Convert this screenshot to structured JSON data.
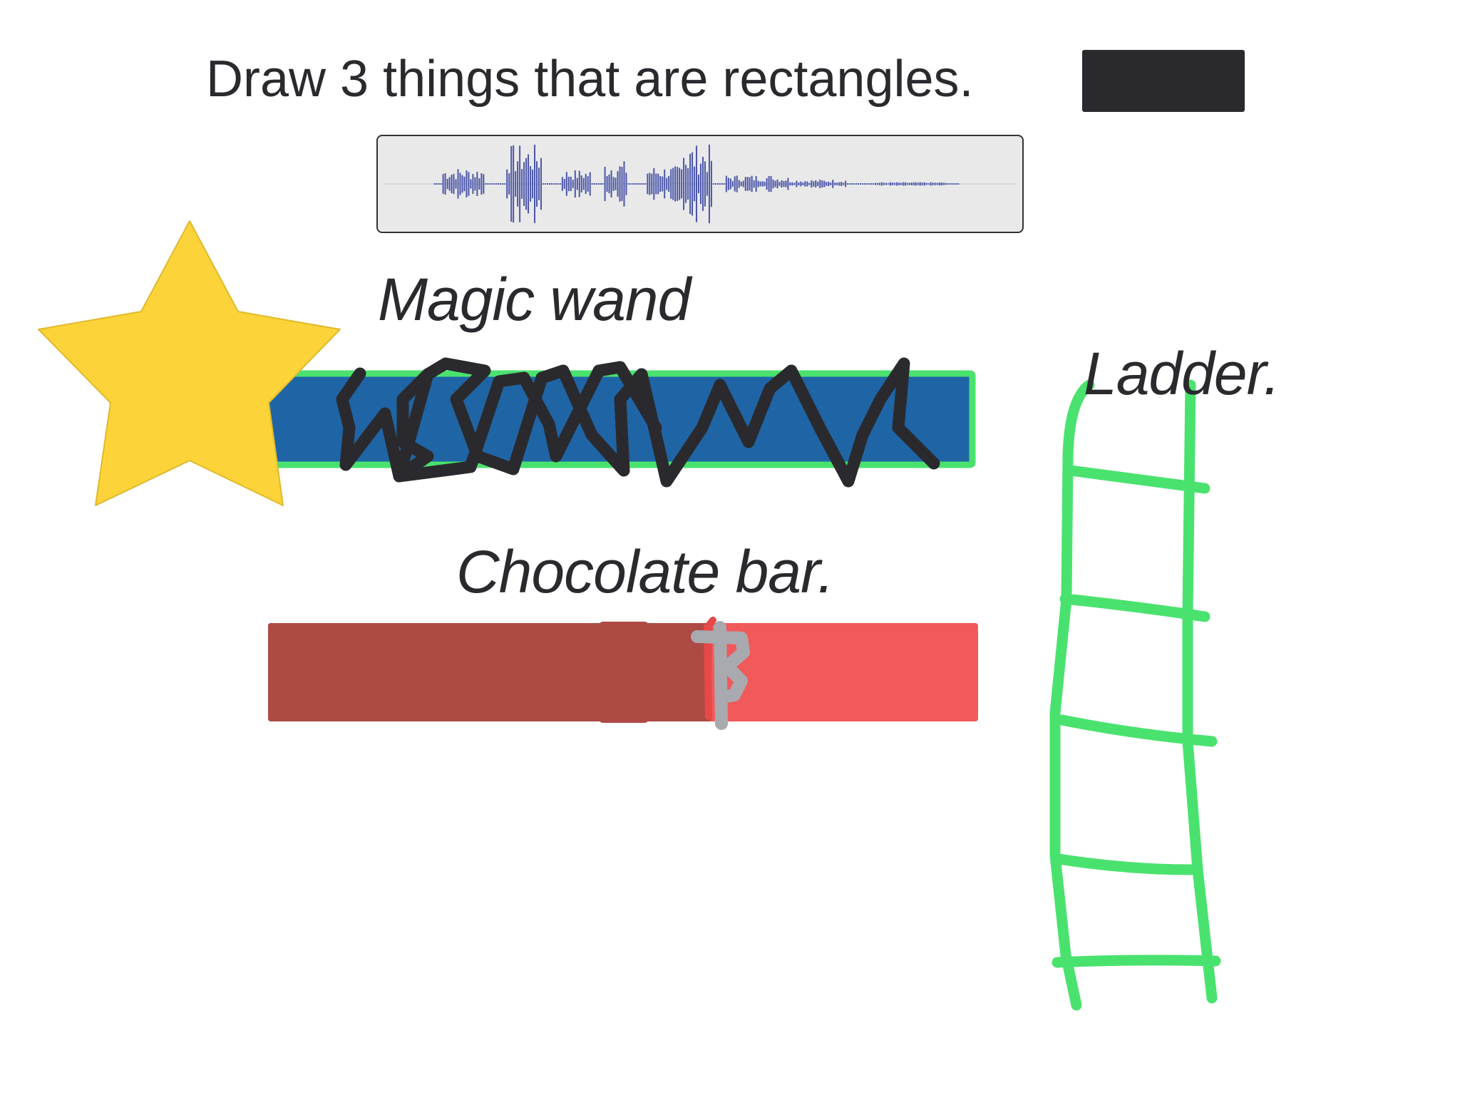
{
  "prompt": {
    "text": "Draw 3 things that are rectangles."
  },
  "audio": {
    "icon": "audio-waveform-icon"
  },
  "labels": {
    "magic_wand": "Magic wand",
    "chocolate_bar": "Chocolate bar.",
    "ladder": "Ladder."
  },
  "colors": {
    "text": "#2a2a2e",
    "redaction": "#2a2a2e",
    "star_fill": "#fcd43a",
    "wand_fill": "#1f65a6",
    "wand_border": "#4ae26e",
    "scribble": "#2a2a2e",
    "chocolate_dark": "#ad4a44",
    "chocolate_light": "#f05a5a",
    "ladder": "#4ae26e",
    "waveform": "#4a55a8"
  }
}
